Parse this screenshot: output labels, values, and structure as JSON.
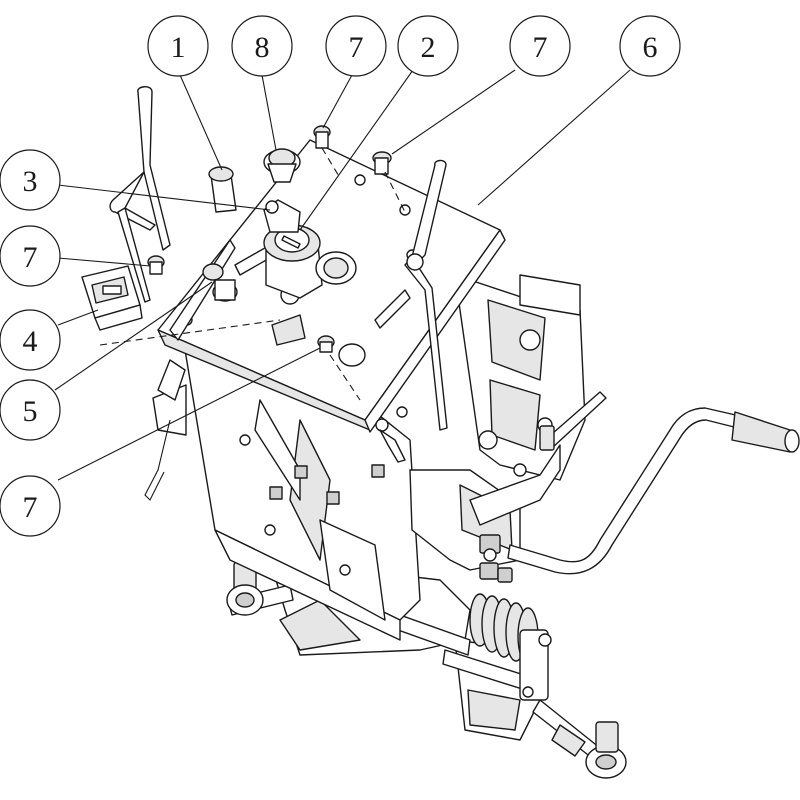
{
  "diagram": {
    "callouts": [
      {
        "id": "c1",
        "label": "1"
      },
      {
        "id": "c8",
        "label": "8"
      },
      {
        "id": "c7a",
        "label": "7"
      },
      {
        "id": "c2",
        "label": "2"
      },
      {
        "id": "c7b",
        "label": "7"
      },
      {
        "id": "c6",
        "label": "6"
      },
      {
        "id": "c3",
        "label": "3"
      },
      {
        "id": "c7c",
        "label": "7"
      },
      {
        "id": "c4",
        "label": "4"
      },
      {
        "id": "c5",
        "label": "5"
      },
      {
        "id": "c7d",
        "label": "7"
      }
    ]
  }
}
